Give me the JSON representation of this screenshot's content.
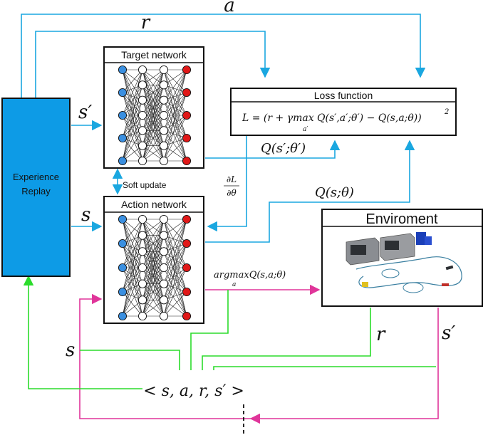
{
  "experience_replay": {
    "line1": "Experience",
    "line2": "Replay"
  },
  "target_network": {
    "title": "Target network"
  },
  "action_network": {
    "title": "Action network"
  },
  "soft_update": {
    "label": "Soft update"
  },
  "loss_function": {
    "title": "Loss function",
    "equation": "L = (r + γmax Q(s′,a′;θ′) − Q(s,a;θ))",
    "equation_sub": "a′",
    "equation_sup": "2"
  },
  "environment": {
    "title": "Enviroment"
  },
  "edge_labels": {
    "a_top": "a",
    "r_top": "r",
    "s_prime_left": "s′",
    "s_left": "s",
    "q_target": "Q(s′;θ′)",
    "q_action": "Q(s;θ)",
    "gradient_num": "∂L",
    "gradient_den": "∂θ",
    "argmax": "argmaxQ(s,a;θ)",
    "argmax_sub": "a",
    "r_env": "r",
    "s_prime_env": "s′",
    "s_bottom": "s",
    "tuple": "< s, a, r, s′ >"
  },
  "colors": {
    "blue_arrow": "#1aa7e0",
    "green_arrow": "#2bdc2b",
    "magenta_arrow": "#e0359a",
    "replay_fill": "#0d9be6",
    "input_node": "#3a8fe0",
    "output_node": "#e01818"
  }
}
